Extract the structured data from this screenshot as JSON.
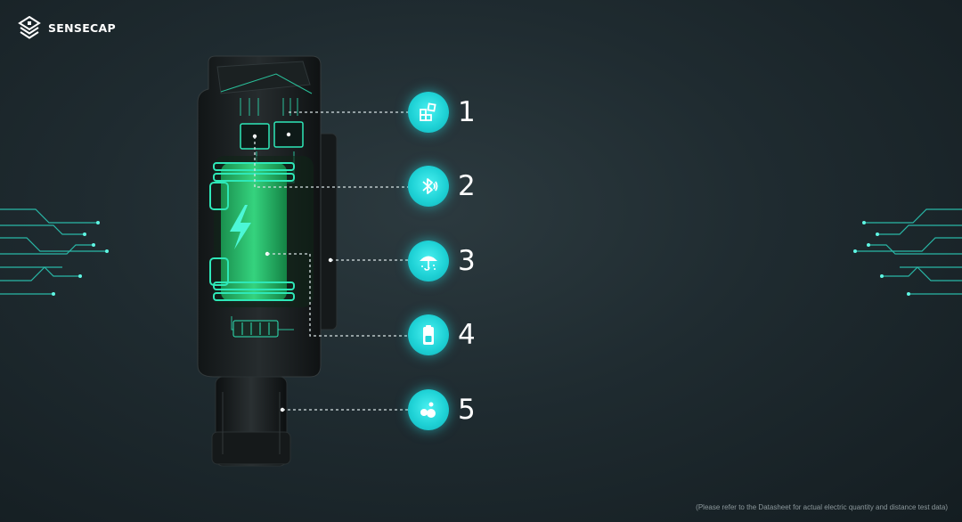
{
  "brand": {
    "name": "SENSECAP",
    "logo_icon": "sensecap-diamond-logo-icon"
  },
  "device": {
    "battery_icon": "lightning-bolt-icon"
  },
  "features": [
    {
      "number": "1",
      "icon": "modules-icon"
    },
    {
      "number": "2",
      "icon": "bluetooth-icon"
    },
    {
      "number": "3",
      "icon": "umbrella-icon"
    },
    {
      "number": "4",
      "icon": "battery-icon"
    },
    {
      "number": "5",
      "icon": "bubbles-icon"
    }
  ],
  "footnote": "(Please refer to the Datasheet for actual electric quantity and distance test data)",
  "colors": {
    "accent": "#1fd2d6",
    "glow_green": "#2bd97e",
    "background": "#1f2b30"
  }
}
